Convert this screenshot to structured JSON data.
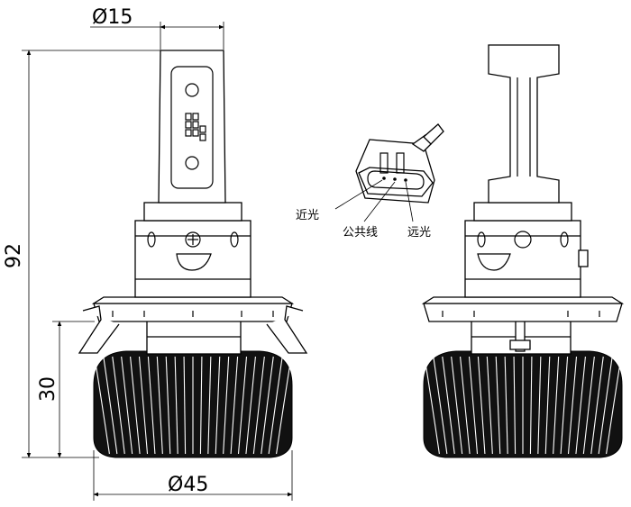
{
  "dimensions": {
    "top_diameter": "Ø15",
    "overall_height": "92",
    "lower_height": "30",
    "bottom_diameter": "Ø45"
  },
  "connector_labels": {
    "low_beam": "近光",
    "common_wire": "公共线",
    "high_beam": "远光"
  }
}
